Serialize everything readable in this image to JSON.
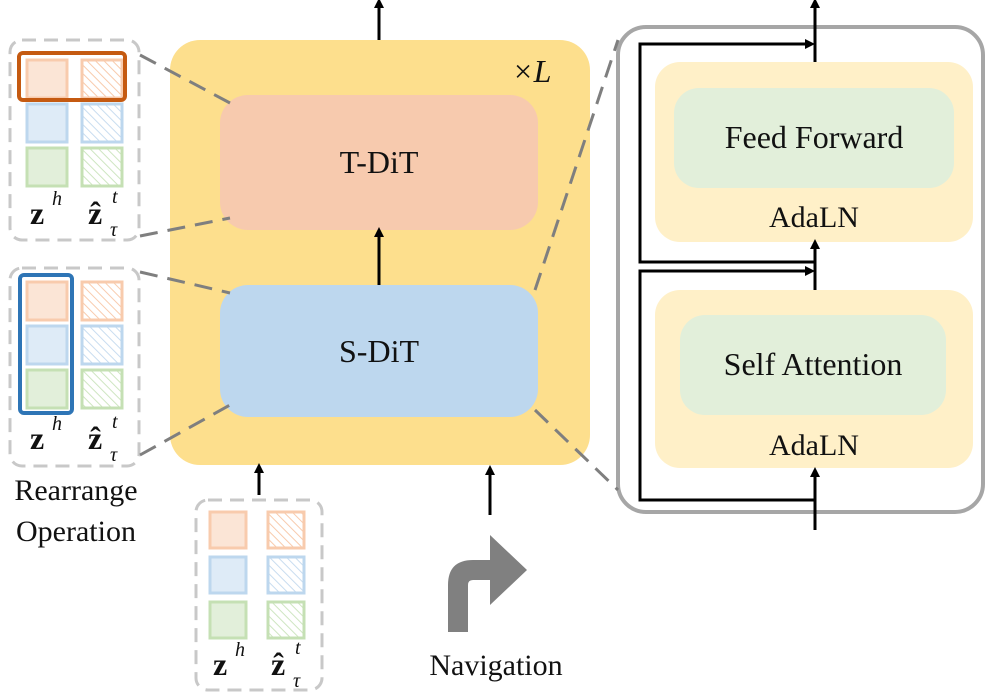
{
  "main_block": {
    "repeat_label": "×L",
    "t_dit_label": "T-DiT",
    "s_dit_label": "S-DiT"
  },
  "detail_block": {
    "feed_forward_label": "Feed Forward",
    "self_attention_label": "Self Attention",
    "adaln_top_label": "AdaLN",
    "adaln_bottom_label": "AdaLN"
  },
  "token_groups": {
    "latent_h_label": "z",
    "latent_h_sup": "h",
    "latent_t_label": "ẑ",
    "latent_t_sup": "t",
    "latent_t_sub": "τ"
  },
  "rearrange_label_line1": "Rearrange",
  "rearrange_label_line2": "Operation",
  "navigation_label": "Navigation",
  "colors": {
    "block_yellow": "#FDDF8D",
    "t_dit_fill": "#F7CAAE",
    "s_dit_fill": "#BDD7EE",
    "adaln_fill": "#FFF0C8",
    "inner_green": "#E2EFDA",
    "orange_highlight": "#C55A11",
    "blue_highlight": "#2E75B6",
    "token_orange": "#F8CBAD",
    "token_blue": "#BDD7EE",
    "token_green": "#C5E0B4",
    "frame_gray": "#A6A6A6",
    "dash_gray": "#7F7F7F",
    "arrow_gray": "#808080"
  }
}
